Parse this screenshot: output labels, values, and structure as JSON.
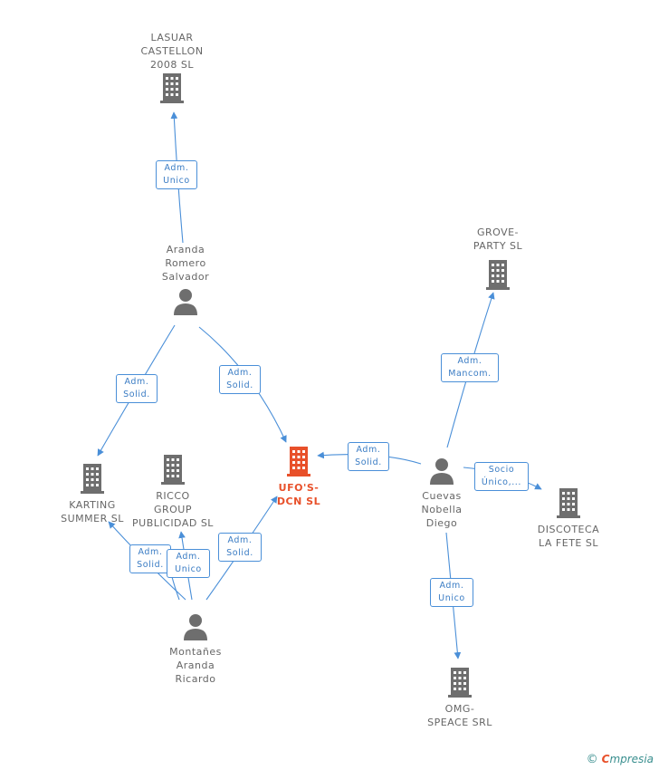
{
  "nodes": {
    "lasuar": {
      "label": "LASUAR\nCASTELLON\n2008 SL",
      "type": "company"
    },
    "aranda": {
      "label": "Aranda\nRomero\nSalvador",
      "type": "person"
    },
    "grove": {
      "label": "GROVE-\nPARTY SL",
      "type": "company"
    },
    "karting": {
      "label": "KARTING\nSUMMER SL",
      "type": "company"
    },
    "ricco": {
      "label": "RICCO\nGROUP\nPUBLICIDAD SL",
      "type": "company"
    },
    "ufos": {
      "label": "UFO'S-\nDCN SL",
      "type": "company-focus"
    },
    "cuevas": {
      "label": "Cuevas\nNobella\nDiego",
      "type": "person"
    },
    "discoteca": {
      "label": "DISCOTECA\nLA FETE SL",
      "type": "company"
    },
    "montanes": {
      "label": "Montañes\nAranda\nRicardo",
      "type": "person"
    },
    "omg": {
      "label": "OMG-\nSPEACE SRL",
      "type": "company"
    }
  },
  "edges": {
    "aranda_lasuar": "Adm.\nUnico",
    "aranda_karting": "Adm.\nSolid.",
    "aranda_ufos": "Adm.\nSolid.",
    "cuevas_ufos": "Adm.\nSolid.",
    "cuevas_grove": "Adm.\nMancom.",
    "cuevas_discoteca": "Socio\nÚnico,...",
    "cuevas_omg": "Adm.\nUnico",
    "montanes_karting": "Adm.\nSolid.",
    "montanes_ricco": "Adm.\nUnico",
    "montanes_ufos": "Adm.\nSolid."
  },
  "colors": {
    "line": "#4a8fd8",
    "icon": "#6e6e6e",
    "focus": "#e8502a"
  },
  "brand": {
    "copyright": "©",
    "name_e": "C",
    "name_rest": "mpresia"
  }
}
